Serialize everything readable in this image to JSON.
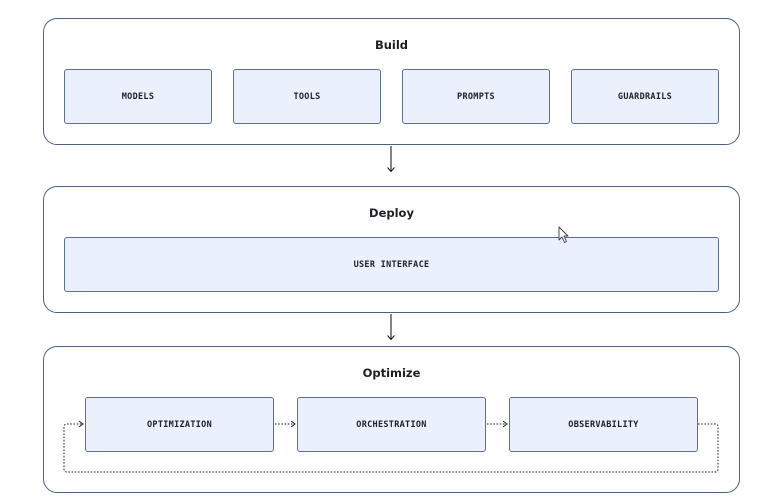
{
  "groups": {
    "build": {
      "title": "Build",
      "nodes": [
        "MODELS",
        "TOOLS",
        "PROMPTS",
        "GUARDRAILS"
      ]
    },
    "deploy": {
      "title": "Deploy",
      "nodes": [
        "USER INTERFACE"
      ]
    },
    "optimize": {
      "title": "Optimize",
      "nodes": [
        "OPTIMIZATION",
        "ORCHESTRATION",
        "OBSERVABILITY"
      ]
    }
  },
  "connectors": [
    {
      "from": "Build",
      "to": "Deploy",
      "style": "solid-arrow"
    },
    {
      "from": "Deploy",
      "to": "Optimize",
      "style": "solid-arrow"
    },
    {
      "from": "OPTIMIZATION",
      "to": "ORCHESTRATION",
      "style": "dotted-arrow"
    },
    {
      "from": "ORCHESTRATION",
      "to": "OBSERVABILITY",
      "style": "dotted-arrow"
    },
    {
      "from": "OBSERVABILITY",
      "to": "OPTIMIZATION",
      "style": "dotted-loop"
    }
  ],
  "colors": {
    "group_border": "#4a6183",
    "node_fill": "#eaf0fc",
    "node_border": "#5b6f91",
    "text": "#1c1f26"
  },
  "icons": {
    "cursor": "mouse-pointer-icon"
  }
}
